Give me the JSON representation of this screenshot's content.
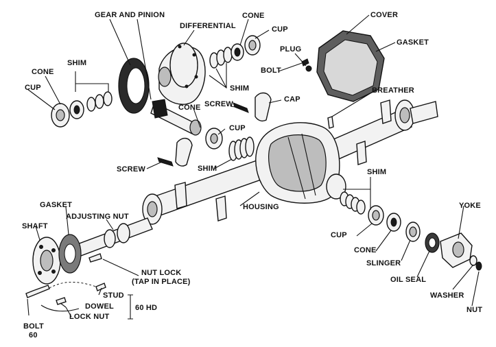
{
  "labels": {
    "gear_and_pinion": "GEAR AND PINION",
    "differential": "DIFFERENTIAL",
    "cone_top": "CONE",
    "cup_top": "CUP",
    "cover": "COVER",
    "gasket_top": "GASKET",
    "plug": "PLUG",
    "bolt_top": "BOLT",
    "breather": "BREATHER",
    "shim_left": "SHIM",
    "cone_left": "CONE",
    "cup_left": "CUP",
    "shim_middle": "SHIM",
    "screw_top": "SCREW",
    "cap": "CAP",
    "cone_pinion": "CONE",
    "cup_pinion": "CUP",
    "screw_left": "SCREW",
    "shim_pinion": "SHIM",
    "housing": "HOUSING",
    "shim_right": "SHIM",
    "gasket_left": "GASKET",
    "adjusting_nut": "ADJUSTING NUT",
    "shaft": "SHAFT",
    "cup_right": "CUP",
    "cone_right": "CONE",
    "slinger": "SLINGER",
    "oil_seal": "OIL SEAL",
    "yoke": "YOKE",
    "washer": "WASHER",
    "nut": "NUT",
    "nut_lock_line1": "NUT LOCK",
    "nut_lock_line2": "(TAP IN PLACE)",
    "stud": "STUD",
    "dowel": "DOWEL",
    "lock_nut": "LOCK NUT",
    "hd_60": "60 HD",
    "bolt_bottom_line1": "BOLT",
    "bolt_bottom_line2": "60"
  }
}
